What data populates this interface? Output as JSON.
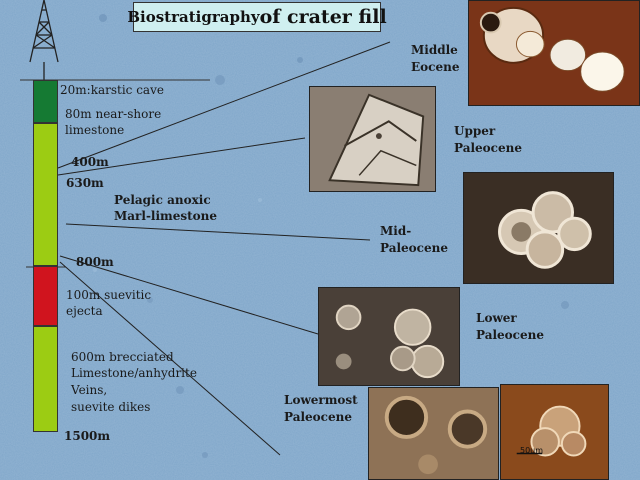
{
  "title": {
    "part1": "Biostratigraphy ",
    "part2": "of crater fill"
  },
  "column_labels": {
    "karstic_cave": "20m:karstic cave",
    "nearshore_1": "80m near-shore",
    "nearshore_2": "limestone",
    "depth_400": "400m",
    "depth_630": "630m",
    "pelagic_1": "Pelagic anoxic",
    "pelagic_2": "Marl-limestone",
    "depth_800": "800m",
    "suevitic_1": "100m suevitic",
    "suevitic_2": "ejecta",
    "breccia_1": "600m brecciated",
    "breccia_2": "Limestone/anhydrite",
    "breccia_3": "Veins,",
    "breccia_4": "suevite dikes",
    "depth_1500": "1500m"
  },
  "age_labels": {
    "middle_eocene_1": "Middle",
    "middle_eocene_2": "Eocene",
    "upper_paleocene_1": "Upper",
    "upper_paleocene_2": "Paleocene",
    "mid_paleocene_1": "Mid-",
    "mid_paleocene_2": "Paleocene",
    "lower_paleocene_1": "Lower",
    "lower_paleocene_2": "Paleocene",
    "lowermost_paleocene_1": "Lowermost",
    "lowermost_paleocene_2": "Paleocene"
  },
  "scale_bar": "50um",
  "colors": {
    "background": "#7fa6c9",
    "dark_green": "#157a33",
    "light_green": "#9ccc13",
    "red": "#d0141e",
    "title_box": "#cfeff0"
  }
}
